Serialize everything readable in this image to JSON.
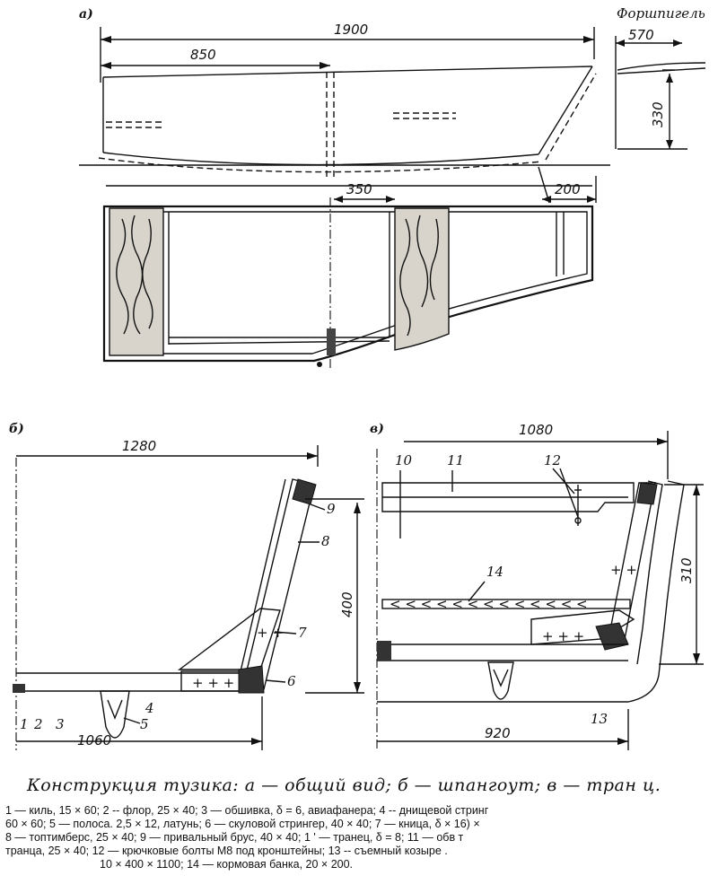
{
  "panel_a": {
    "label": "а)",
    "dims": {
      "total_length": "1900",
      "fwd_length": "850",
      "stringer_offset": "350",
      "bow_offset": "200"
    },
    "forshpigel": {
      "title": "Форшпигель",
      "length": "570",
      "height": "330"
    }
  },
  "panel_b": {
    "label": "б)",
    "dims": {
      "width": "1280",
      "height": "400",
      "bottom": "1060"
    },
    "parts": [
      "1",
      "2",
      "3",
      "4",
      "5",
      "6",
      "7",
      "8",
      "9"
    ]
  },
  "panel_v": {
    "label": "в)",
    "dims": {
      "width": "1080",
      "height": "310",
      "bottom": "920"
    },
    "parts": [
      "10",
      "11",
      "12",
      "13",
      "14"
    ]
  },
  "caption": "Конструкция тузика: а — общий вид; б — шпангоут; в — тран ц.",
  "legend": [
    "1 — киль, 15 × 60; 2 -- флор, 25 × 40; 3 — обшивка, δ = 6, авиафанера; 4 -- днищевой стринг",
    "60 × 60; 5 — полоса. 2,5 × 12, латунь; 6 — скуловой стрингер, 40 × 40; 7 — кница, δ × 16) × ",
    "8 — топтимберс, 25 × 40; 9 — привальный брус, 40 × 40; 1 ' — транец, δ = 8; 11 — обв т",
    "транца, 25 × 40; 12 — крючковые болты М8 под кронштейны; 13 -- съемный козыре .",
    "10 × 400 × 1100; 14 — кормовая банка, 20 × 200."
  ]
}
